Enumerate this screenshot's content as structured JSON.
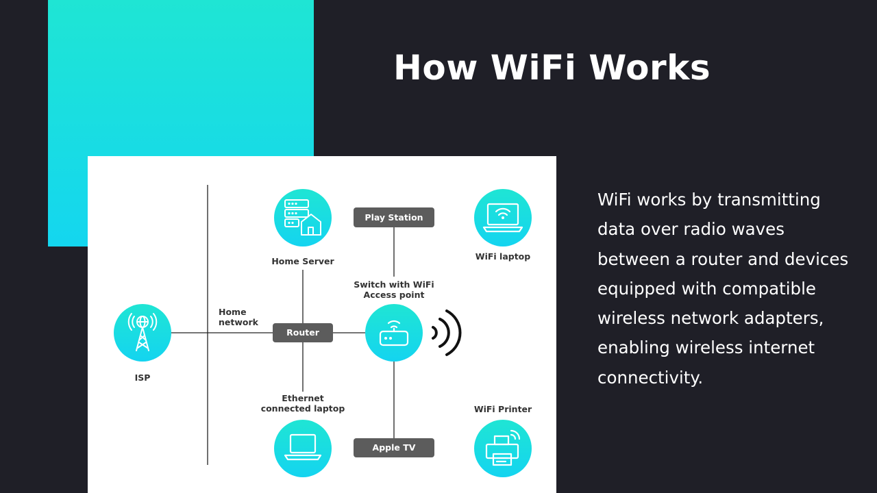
{
  "slide": {
    "title": "How WiFi Works",
    "description": "WiFi works by transmitting data over radio waves between a router and devices equipped with compatible wireless network adapters, enabling wireless internet connectivity.",
    "accent_color": "#1ce0e0",
    "background_color": "#1f1f27"
  },
  "diagram": {
    "labels": {
      "isp": "ISP",
      "home_network": "Home\nnetwork",
      "home_server": "Home Server",
      "switch_ap": "Switch with WiFi\nAccess point",
      "ethernet_laptop": "Ethernet\nconnected laptop",
      "wifi_laptop": "WiFi laptop",
      "wifi_printer": "WiFi Printer"
    },
    "tags": {
      "router": "Router",
      "play_station": "Play Station",
      "apple_tv": "Apple TV"
    },
    "icons": {
      "isp": "antenna-tower-icon",
      "home_server": "server-home-icon",
      "access_point": "wifi-router-icon",
      "ethernet_laptop": "laptop-icon",
      "wifi_laptop": "wifi-laptop-icon",
      "wifi_printer": "wifi-printer-icon",
      "signal": "wifi-signal-waves-icon"
    }
  }
}
